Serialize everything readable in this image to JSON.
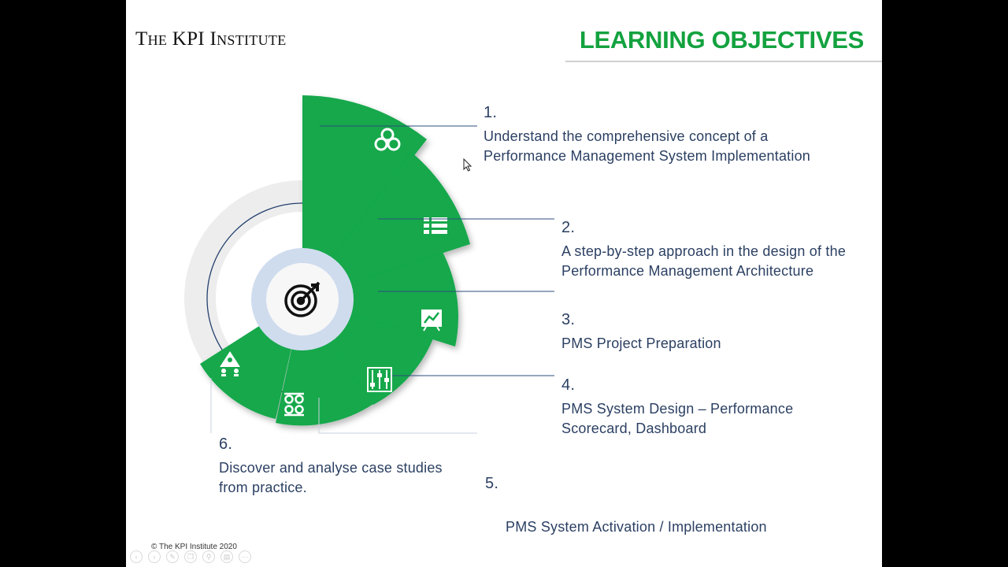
{
  "brand": {
    "the": "The",
    "kpi": "KPI",
    "institute": "Institute"
  },
  "title": "LEARNING OBJECTIVES",
  "objectives": [
    {
      "num": "1.",
      "text": "Understand the comprehensive concept of a Performance Management System Implementation"
    },
    {
      "num": "2.",
      "text": "A step-by-step approach in the design of the Performance Management Architecture"
    },
    {
      "num": "3.",
      "text": "PMS Project Preparation"
    },
    {
      "num": "4.",
      "text": "PMS System Design – Performance Scorecard, Dashboard"
    },
    {
      "num": "5.",
      "text": " PMS System Activation / Implementation"
    },
    {
      "num": "6.",
      "text": "Discover and analyse case studies from practice."
    }
  ],
  "icons": {
    "center": "target-icon",
    "segments": [
      "venn-circles-icon",
      "list-icon",
      "chart-board-icon",
      "sliders-icon",
      "gears-icon",
      "pyramid-people-icon"
    ]
  },
  "colors": {
    "accent": "#13a23f",
    "segment": "#12a84b",
    "text": "#2c4063",
    "ring": "#cfdcee"
  },
  "copyright": "© The KPI Institute 2020",
  "player_controls": [
    "prev-icon",
    "next-icon",
    "pen-icon",
    "copy-icon",
    "zoom-icon",
    "subtitles-icon",
    "more-icon"
  ]
}
